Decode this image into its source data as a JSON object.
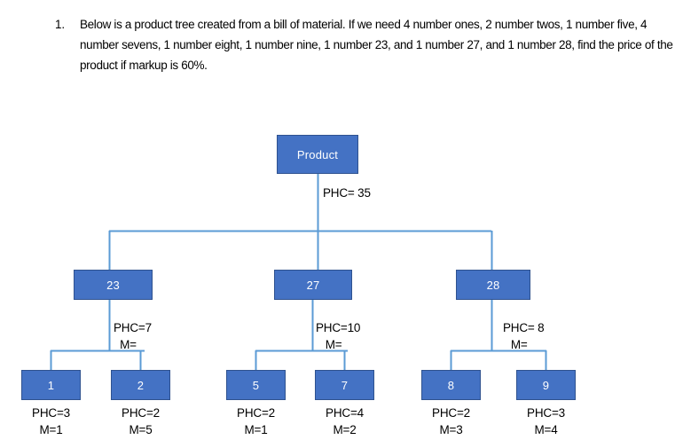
{
  "question": {
    "number": "1.",
    "text": "Below is a product tree created from a bill of material. If we need 4 number ones, 2 number twos, 1 number five, 4 number sevens, 1 number eight, 1 number nine, 1 number 23, and 1 number 27, and 1 number 28, find the price of the product if markup is 60%."
  },
  "colors": {
    "node_fill": "#4472C4",
    "node_border": "#2F528F",
    "connector": "#5B9BD5",
    "node_text": "#FFFFFF",
    "label_text": "#000000",
    "background": "#FFFFFF"
  },
  "tree": {
    "root": {
      "label": "Product",
      "edge_label_line1": "PHC= 35"
    },
    "level2": [
      {
        "label": "23",
        "edge_label_line1": "PHC=7",
        "edge_label_line2": "M="
      },
      {
        "label": "27",
        "edge_label_line1": "PHC=10",
        "edge_label_line2": "M="
      },
      {
        "label": "28",
        "edge_label_line1": "PHC= 8",
        "edge_label_line2": "M="
      }
    ],
    "leaves": [
      {
        "label": "1",
        "phc": "PHC=3",
        "m": "M=1"
      },
      {
        "label": "2",
        "phc": "PHC=2",
        "m": "M=5"
      },
      {
        "label": "5",
        "phc": "PHC=2",
        "m": "M=1"
      },
      {
        "label": "7",
        "phc": "PHC=4",
        "m": "M=2"
      },
      {
        "label": "8",
        "phc": "PHC=2",
        "m": "M=3"
      },
      {
        "label": "9",
        "phc": "PHC=3",
        "m": "M=4"
      }
    ]
  }
}
